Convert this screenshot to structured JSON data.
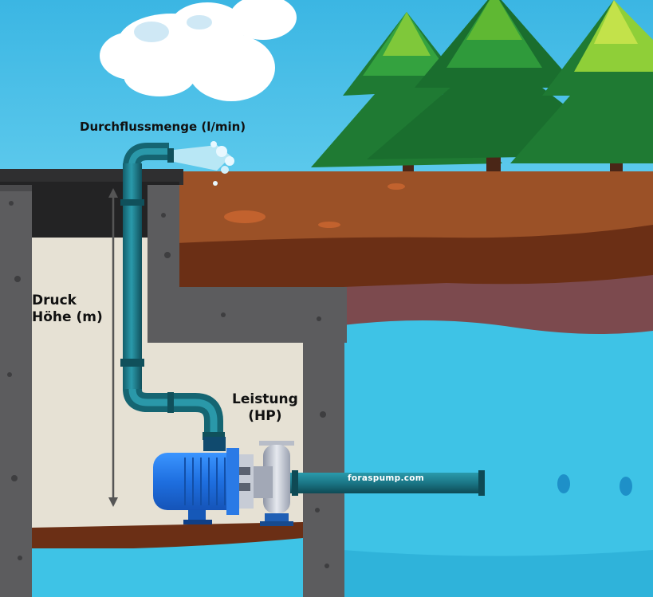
{
  "labels": {
    "flow_rate": "Durchflussmenge (l/min)",
    "head_line1": "Druck",
    "head_line2": "Höhe (m)",
    "power_line1": "Leistung",
    "power_line2": "(HP)",
    "brand": "foraspump.com"
  },
  "colors": {
    "sky": "#3fbfe6",
    "water": "#3ec3e6",
    "soil_top": "#9a4f26",
    "soil_dark": "#6a2f14",
    "rock_layer": "#7c4a4e",
    "concrete": "#5d5d5f",
    "well_interior": "#e7e2d6",
    "pipe": "#1f7f8f",
    "motor": "#1e7be6",
    "tree": "#2e8f39",
    "tree_light": "#6fbf2c"
  },
  "icons": [
    "cloud-icon",
    "pine-tree-icon",
    "electric-motor-icon",
    "centrifugal-pump-icon",
    "vertical-arrow-icon",
    "water-spray-icon"
  ]
}
